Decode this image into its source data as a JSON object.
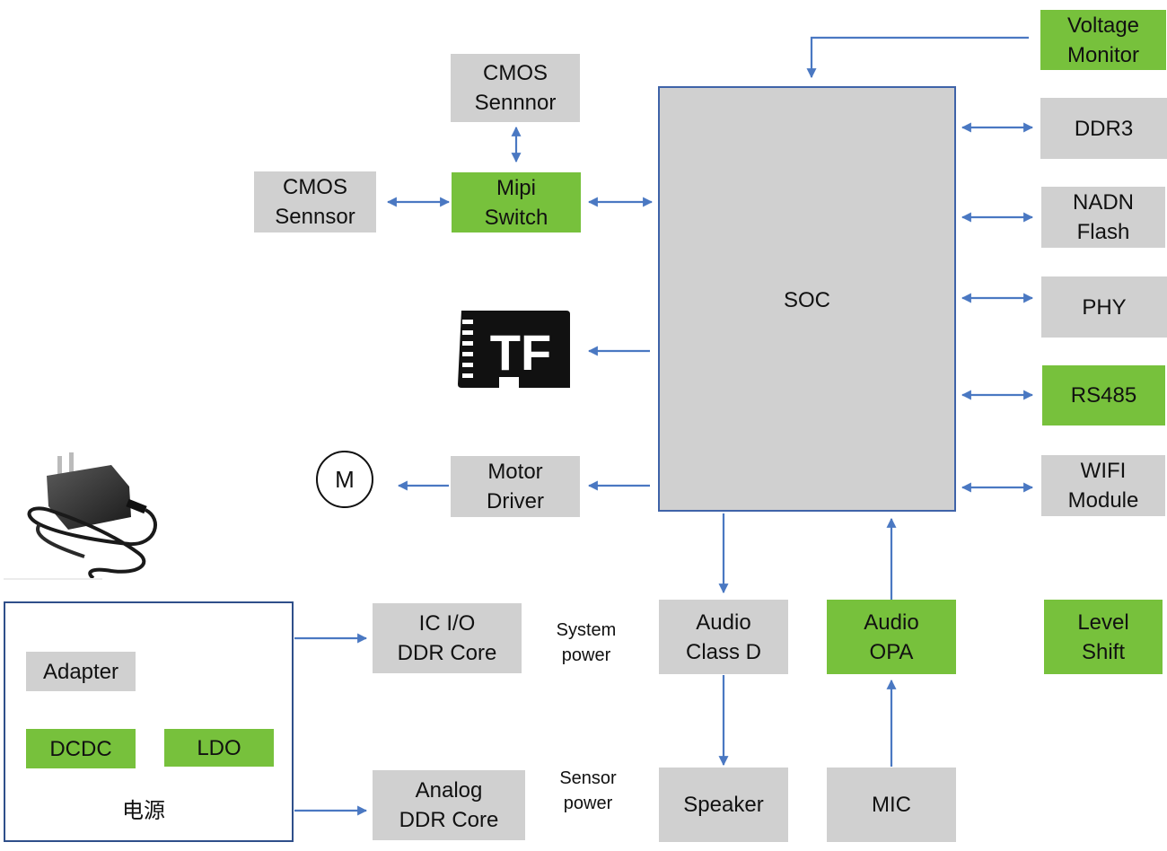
{
  "colors": {
    "arrow": "#4a78c2",
    "block_gray": "#d0d0d0",
    "block_green": "#77c13c",
    "soc_border": "#3f63a8",
    "psu_border": "#2f4f8a"
  },
  "icons": {
    "tf_card": "tf-card-icon",
    "motor": "motor-icon",
    "adapter_photo": "power-adapter-icon"
  },
  "blocks": {
    "voltage_monitor": "Voltage\nMonitor",
    "cmos_top": "CMOS\nSennnor",
    "cmos_left": "CMOS\nSennsor",
    "mipi_switch": "Mipi\nSwitch",
    "soc": "SOC",
    "ddr3": "DDR3",
    "nand_flash": "NADN\nFlash",
    "phy": "PHY",
    "rs485": "RS485",
    "wifi": "WIFI\nModule",
    "motor_driver": "Motor\nDriver",
    "motor_symbol": "M",
    "tf_label": "TF",
    "audio_class_d": "Audio\nClass D",
    "audio_opa": "Audio\nOPA",
    "level_shift": "Level\nShift",
    "speaker": "Speaker",
    "mic": "MIC",
    "ic_io": "IC I/O\nDDR Core",
    "analog": "Analog\nDDR Core",
    "adapter": "Adapter",
    "dcdc": "DCDC",
    "ldo": "LDO",
    "power_title": "电源"
  },
  "labels": {
    "system_power": "System\npower",
    "sensor_power": "Sensor\npower"
  }
}
